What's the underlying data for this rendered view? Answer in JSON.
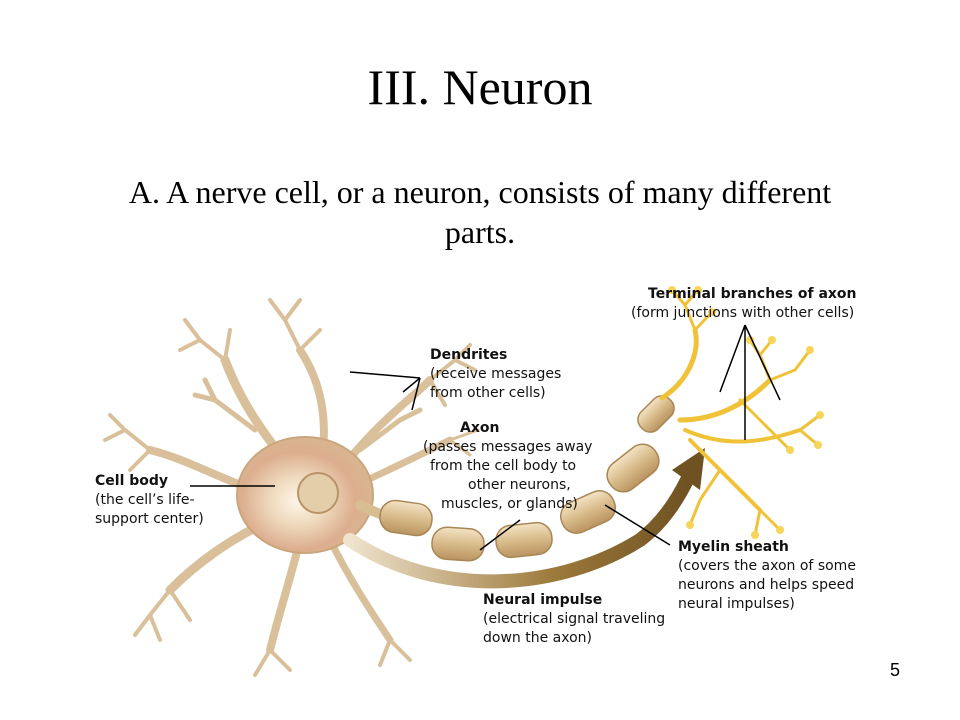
{
  "slide": {
    "title": "III. Neuron",
    "subtitle": "A. A nerve cell, or a neuron, consists of many different parts.",
    "page_number": "5"
  },
  "labels": {
    "terminal": {
      "heading": "Terminal branches of axon",
      "lines": [
        "(form junctions with other cells)"
      ]
    },
    "dendrites": {
      "heading": "Dendrites",
      "lines": [
        "(receive messages",
        "from other cells)"
      ]
    },
    "axon": {
      "heading": "Axon",
      "lines": [
        "(passes messages away",
        "from the cell body to",
        "other neurons,",
        "muscles, or glands)"
      ]
    },
    "cell_body": {
      "heading": "Cell body",
      "lines": [
        "(the cell’s life-",
        "support center)"
      ]
    },
    "myelin": {
      "heading": "Myelin sheath",
      "lines": [
        "(covers the axon of some",
        "neurons and helps speed",
        "neural impulses)"
      ]
    },
    "impulse": {
      "heading": "Neural impulse",
      "lines": [
        "(electrical signal traveling",
        "down the axon)"
      ]
    }
  },
  "colors": {
    "dendrite": "#e3cfa6",
    "dendrite_edge": "#c4a574",
    "cell_body": "#e8cfa8",
    "nucleus": "#d9c2a0",
    "myelin": "#dcc296",
    "terminal": "#f2c531",
    "impulse_arrow": "#8c6a30",
    "leader_line": "#000000"
  }
}
